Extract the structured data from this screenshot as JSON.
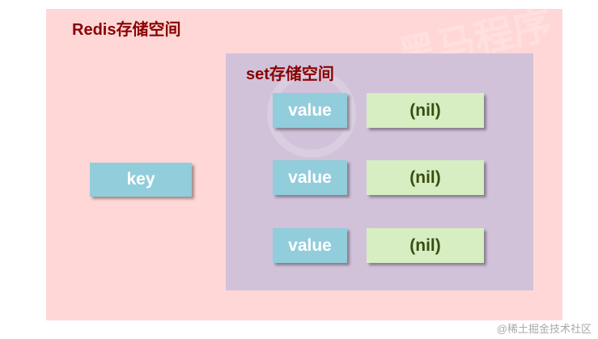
{
  "outer": {
    "title": "Redis存储空间"
  },
  "inner": {
    "title": "set存储空间"
  },
  "key": {
    "label": "key"
  },
  "entries": [
    {
      "value": "value",
      "member": "(nil)"
    },
    {
      "value": "value",
      "member": "(nil)"
    },
    {
      "value": "value",
      "member": "(nil)"
    }
  ],
  "footer": {
    "credit": "@稀土掘金技术社区"
  },
  "colors": {
    "outer_bg": "#ffd7d7",
    "inner_bg": "#d1c2da",
    "title_text": "#8b0000",
    "blue_box": "#92cddc",
    "green_box": "#d7eec3",
    "nil_text": "#3a4d10"
  }
}
